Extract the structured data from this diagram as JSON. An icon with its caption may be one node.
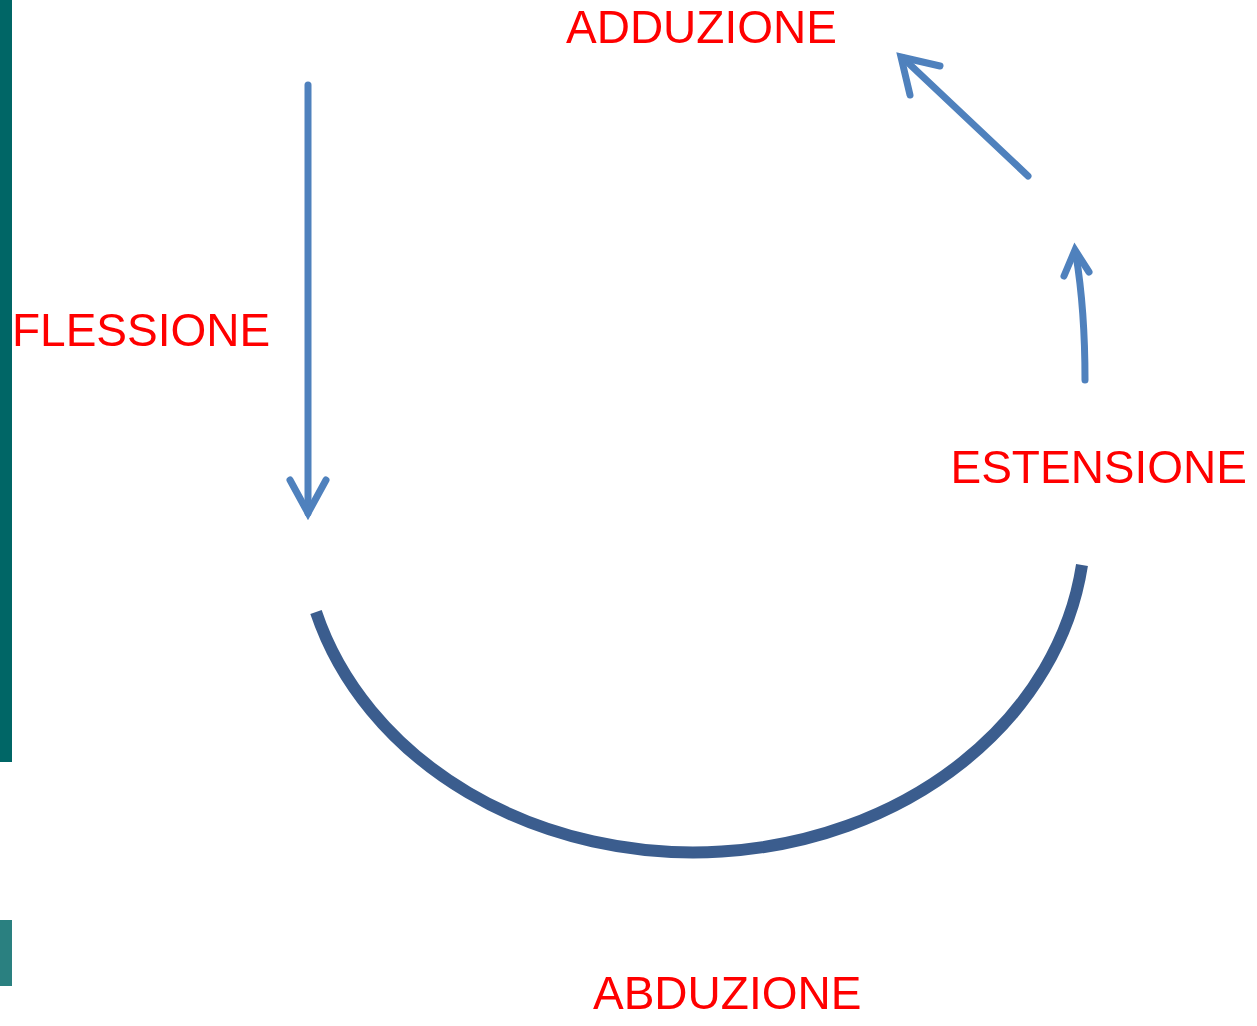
{
  "diagram": {
    "labels": [
      "ADDUZIONE",
      "FLESSIONE",
      "ESTENSIONE",
      "ABDUZIONE"
    ]
  }
}
